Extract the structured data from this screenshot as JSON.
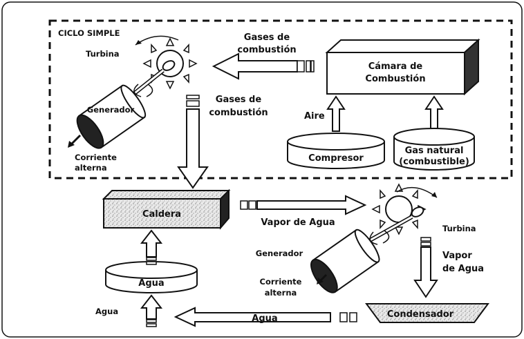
{
  "section": {
    "title": "CICLO SIMPLE"
  },
  "labels": {
    "turbina_top": "Turbina",
    "gases_1_a": "Gases de",
    "gases_1_b": "combustión",
    "camara_a": "Cámara de",
    "camara_b": "Combustión",
    "generador_top": "Generador",
    "gases_2_a": "Gases de",
    "gases_2_b": "combustión",
    "aire": "Aire",
    "corriente_top_a": "Corriente",
    "corriente_top_b": "alterna",
    "compresor": "Compresor",
    "gas_natural_a": "Gas natural",
    "gas_natural_b": "(combustible)",
    "caldera": "Caldera",
    "vapor_1": "Vapor de Agua",
    "turbina_bottom": "Turbina",
    "vapor_2_a": "Vapor",
    "vapor_2_b": "de Agua",
    "generador_bottom": "Generador",
    "agua_tank": "Agua",
    "corriente_bottom_a": "Corriente",
    "corriente_bottom_b": "alterna",
    "agua_left": "Agua",
    "agua_arrow": "Agua",
    "condensador": "Condensador"
  },
  "colors": {
    "stroke": "#111111",
    "fill": "#ffffff",
    "texture": "#cfcfcf"
  }
}
